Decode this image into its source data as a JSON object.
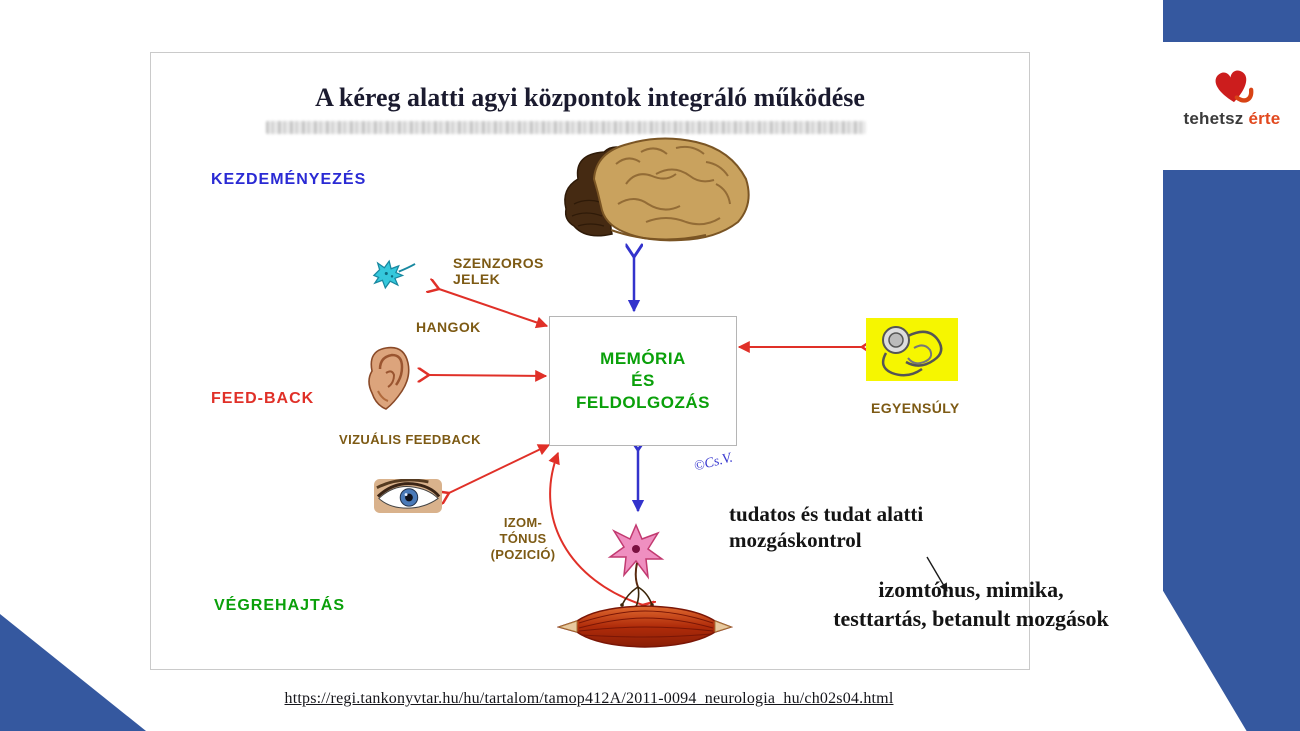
{
  "slide": {
    "title": "A kéreg alatti agyi központok integráló működése",
    "source_url": "https://regi.tankonyvtar.hu/hu/tartalom/tamop412A/2011-0094_neurologia_hu/ch02s04.html"
  },
  "logo": {
    "word_main": "tehetsz",
    "word_accent": "érte"
  },
  "diagram": {
    "initiation": "KEZDEMÉNYEZÉS",
    "feedback": "FEED-BACK",
    "execution": "VÉGREHAJTÁS",
    "sensory_signals_l1": "SZENZOROS",
    "sensory_signals_l2": "JELEK",
    "sounds": "HANGOK",
    "visual_feedback": "VIZUÁLIS FEEDBACK",
    "muscle_tone_l1": "IZOM-",
    "muscle_tone_l2": "TÓNUS",
    "muscle_tone_l3": "(POZICIÓ)",
    "balance": "EGYENSÚLY",
    "memory_l1": "MEMÓRIA",
    "memory_l2": "ÉS",
    "memory_l3": "FELDOLGOZÁS",
    "signature": "©Cs.V.",
    "note_motor_l1": "tudatos és tudat alatti",
    "note_motor_l2": "mozgáskontrol",
    "note_examples_l1": "izomtónus, mimika,",
    "note_examples_l2": "testtartás, betanult mozgások"
  },
  "colors": {
    "accent_blue": "#35589f",
    "label_blue": "#2a2ad4",
    "label_red": "#e03028",
    "label_green": "#0aa00a",
    "label_brown": "#7d5a14",
    "vestibular_yellow": "#f6f600",
    "heart_red": "#cc1d1d",
    "logo_accent": "#e2491f"
  }
}
